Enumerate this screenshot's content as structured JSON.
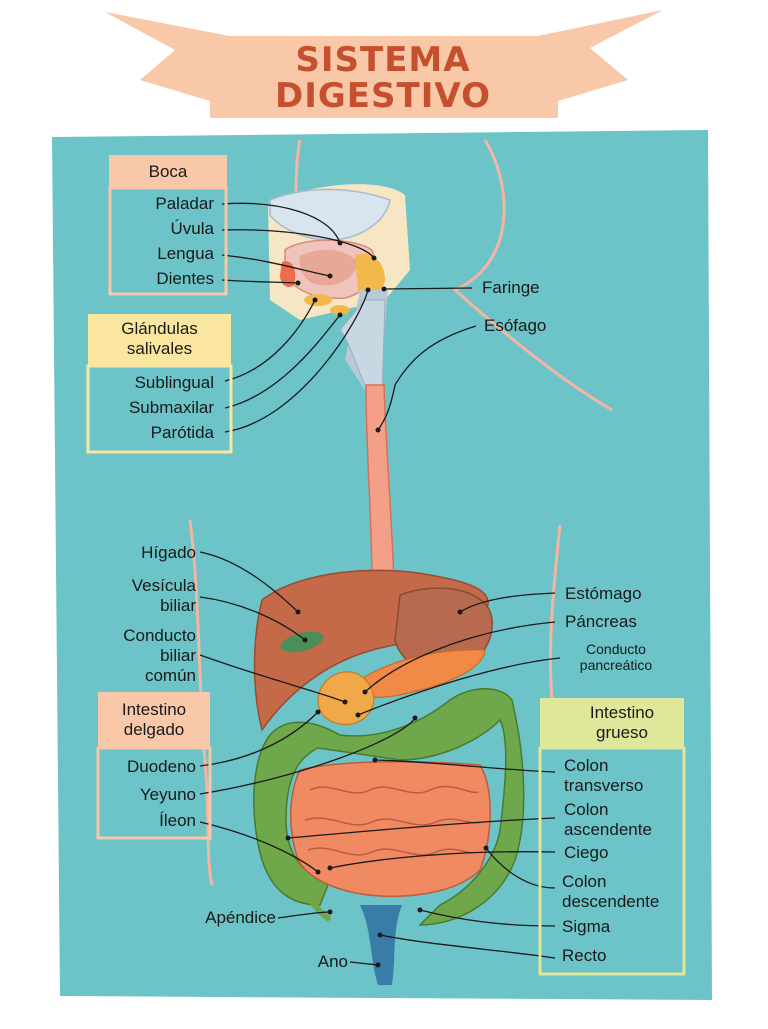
{
  "title": {
    "line1": "SISTEMA",
    "line2": "DIGESTIVO"
  },
  "colors": {
    "background": "#6cc4c8",
    "title_text": "#c4502e",
    "banner": "#f8c8a8",
    "boca_box": "#f8c8a8",
    "glandulas_box": "#fbe6a0",
    "intestino_delgado_box": "#f8c8a8",
    "intestino_grueso_box": "#dfe79a",
    "liver": "#c46a48",
    "stomach": "#b86a50",
    "small_intestine": "#ef8a62",
    "large_intestine": "#6fa84a",
    "esophagus": "#f4a088",
    "pancreas": "#f08a46"
  },
  "groups": {
    "boca": {
      "header": "Boca",
      "items": [
        "Paladar",
        "Úvula",
        "Lengua",
        "Dientes"
      ]
    },
    "glandulas": {
      "header_line1": "Glándulas",
      "header_line2": "salivales",
      "items": [
        "Sublingual",
        "Submaxilar",
        "Parótida"
      ]
    },
    "intestino_delgado": {
      "header_line1": "Intestino",
      "header_line2": "delgado",
      "items": [
        "Duodeno",
        "Yeyuno",
        "Íleon"
      ]
    },
    "intestino_grueso": {
      "header_line1": "Intestino",
      "header_line2": "grueso"
    }
  },
  "labels": {
    "faringe": "Faringe",
    "esofago": "Esófago",
    "higado": "Hígado",
    "vesicula_1": "Vesícula",
    "vesicula_2": "biliar",
    "conducto_1": "Conducto",
    "conducto_2": "biliar",
    "conducto_3": "común",
    "estomago": "Estómago",
    "pancreas": "Páncreas",
    "conducto_panc_1": "Conducto",
    "conducto_panc_2": "pancreático",
    "colon_t_1": "Colon",
    "colon_t_2": "transverso",
    "colon_a_1": "Colon",
    "colon_a_2": "ascendente",
    "ciego": "Ciego",
    "colon_d_1": "Colon",
    "colon_d_2": "descendente",
    "sigma": "Sigma",
    "recto": "Recto",
    "apendice": "Apéndice",
    "ano": "Ano"
  }
}
